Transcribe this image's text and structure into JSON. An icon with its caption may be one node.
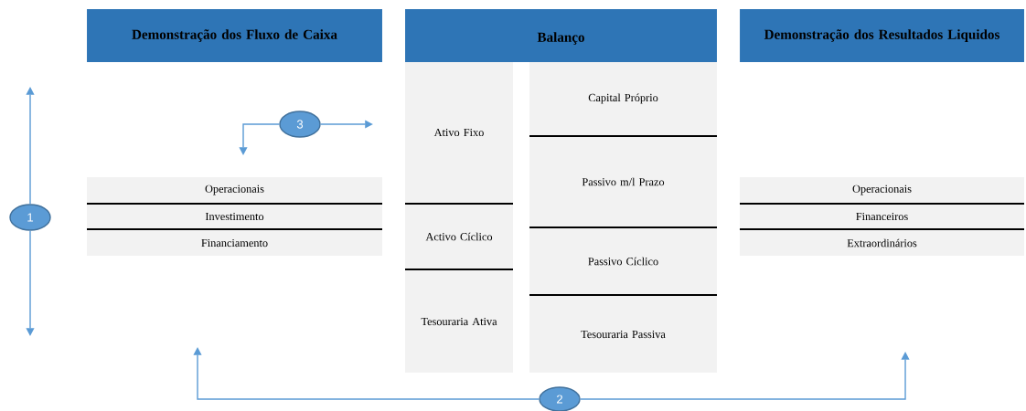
{
  "diagram": {
    "nodes": [
      {
        "text": [
          "Demonstração dos Fluxo de Caixa"
        ]
      },
      {
        "text": [
          "Balanço"
        ]
      },
      {
        "text": [
          "Demonstração dos Resultados Liquidos"
        ]
      },
      {
        "text": [
          "Operacionais"
        ]
      },
      {
        "text": [
          "Investimento"
        ]
      },
      {
        "text": [
          "Financiamento"
        ]
      },
      {
        "text": [
          "Ativo Fixo"
        ]
      },
      {
        "text": [
          "Activo Cíclico"
        ]
      },
      {
        "text": [
          "Tesouraria Ativa"
        ]
      },
      {
        "text": [
          "Capital Próprio"
        ]
      },
      {
        "text": [
          "Passivo m/l Prazo"
        ]
      },
      {
        "text": [
          "Passivo Cíclico"
        ]
      },
      {
        "text": [
          "Tesouraria Passiva"
        ]
      },
      {
        "text": [
          "Operacionais"
        ]
      },
      {
        "text": [
          "Financeiros"
        ]
      },
      {
        "text": [
          "Extraordinários"
        ]
      },
      {
        "text": [
          "1"
        ]
      },
      {
        "text": [
          "3"
        ]
      },
      {
        "text": [
          "2"
        ]
      }
    ],
    "edges": [
      {
        "from": 16,
        "to": null,
        "arrow": "to"
      },
      {
        "from": 16,
        "to": null,
        "arrow": "to"
      },
      {
        "from": 17,
        "to": null,
        "arrow": "to"
      },
      {
        "from": 17,
        "to": null,
        "arrow": "to"
      },
      {
        "from": 18,
        "to": null,
        "arrow": "to"
      },
      {
        "from": 18,
        "to": null,
        "arrow": "to"
      }
    ]
  }
}
